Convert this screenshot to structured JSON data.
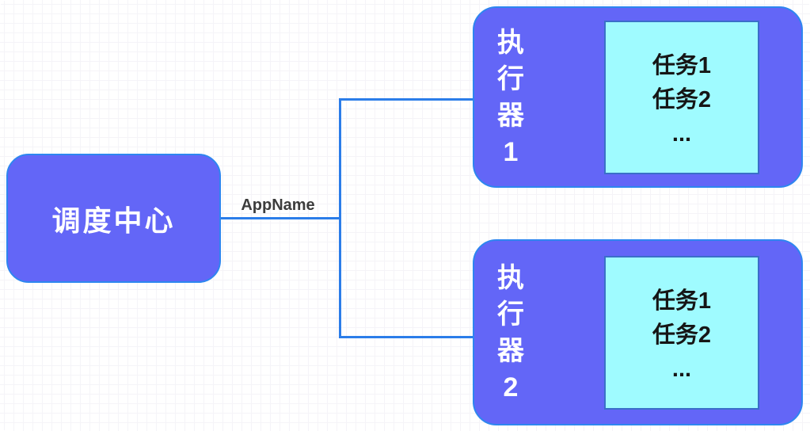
{
  "diagram": {
    "scheduler_label": "调度中心",
    "connector_label": "AppName",
    "executors": [
      {
        "label_chars": [
          "执",
          "行",
          "器",
          "1"
        ],
        "tasks": [
          "任务1",
          "任务2",
          "..."
        ]
      },
      {
        "label_chars": [
          "执",
          "行",
          "器",
          "2"
        ],
        "tasks": [
          "任务1",
          "任务2",
          "..."
        ]
      }
    ],
    "colors": {
      "canvas_bg": "#ffffff",
      "grid_minor": "#f5f4f8",
      "grid_major": "#e9e8ee",
      "node_fill": "#6366f7",
      "node_stroke": "#2e86f0",
      "node_text": "#ffffff",
      "task_fill": "#9ffbff",
      "task_stroke": "#3a6fc9",
      "task_text": "#161616",
      "connector": "#2b7de9",
      "edge_label_text": "#3c3c3c"
    }
  }
}
